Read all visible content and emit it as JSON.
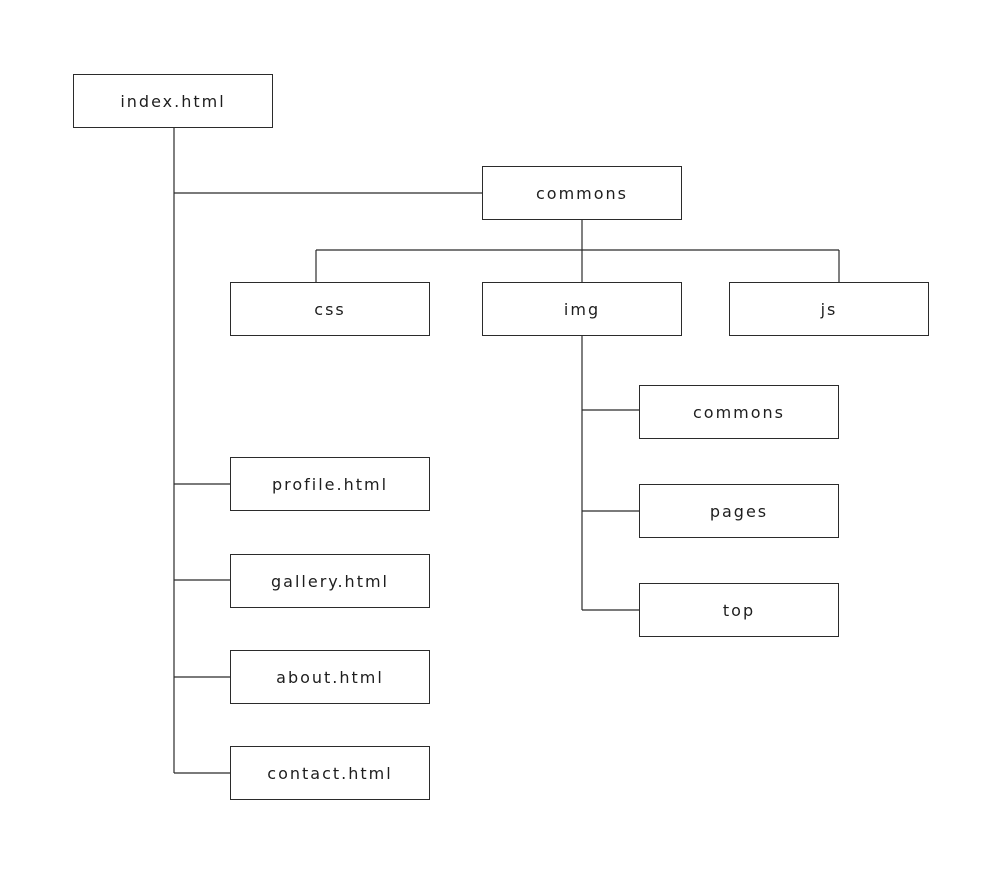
{
  "diagram": {
    "root": {
      "label": "index.html"
    },
    "commons": {
      "label": "commons",
      "children": {
        "css": "css",
        "img": "img",
        "js": "js"
      }
    },
    "img": {
      "children": {
        "commons": "commons",
        "pages": "pages",
        "top": "top"
      }
    },
    "pages": {
      "profile": "profile.html",
      "gallery": "gallery.html",
      "about": "about.html",
      "contact": "contact.html"
    }
  },
  "colors": {
    "line": "#2b2b2b",
    "text": "#1e1e1e",
    "background": "#ffffff"
  }
}
